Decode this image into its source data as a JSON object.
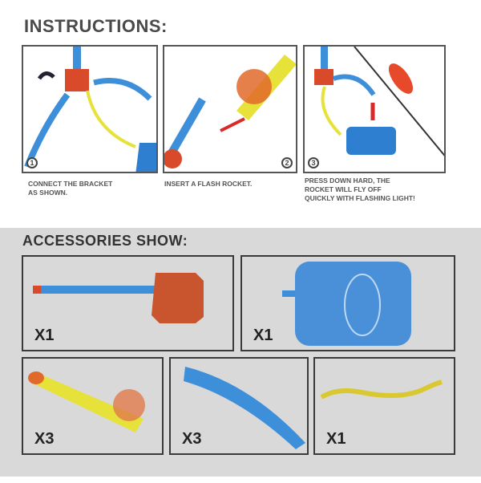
{
  "instructions": {
    "title": "INSTRUCTIONS:",
    "steps": [
      {
        "number": "1",
        "caption": "CONNECT THE BRACKET\nAS SHOWN."
      },
      {
        "number": "2",
        "caption": "INSERT A FLASH ROCKET."
      },
      {
        "number": "3",
        "caption": "PRESS DOWN HARD, THE\nROCKET WILL FLY OFF\nQUICKLY WITH FLASHING LIGHT!"
      }
    ]
  },
  "accessories": {
    "title": "ACCESSORIES SHOW:",
    "items": [
      {
        "name": "launch-tube",
        "qty": "X1"
      },
      {
        "name": "foot-pump-pad",
        "qty": "X1"
      },
      {
        "name": "flash-rocket",
        "qty": "X3"
      },
      {
        "name": "bracket-leg",
        "qty": "X3"
      },
      {
        "name": "air-hose",
        "qty": "X1"
      }
    ]
  },
  "colors": {
    "blue": "#3d8fd9",
    "red": "#d94a2a",
    "yellow": "#e6e23a",
    "orange": "#c8552e"
  }
}
